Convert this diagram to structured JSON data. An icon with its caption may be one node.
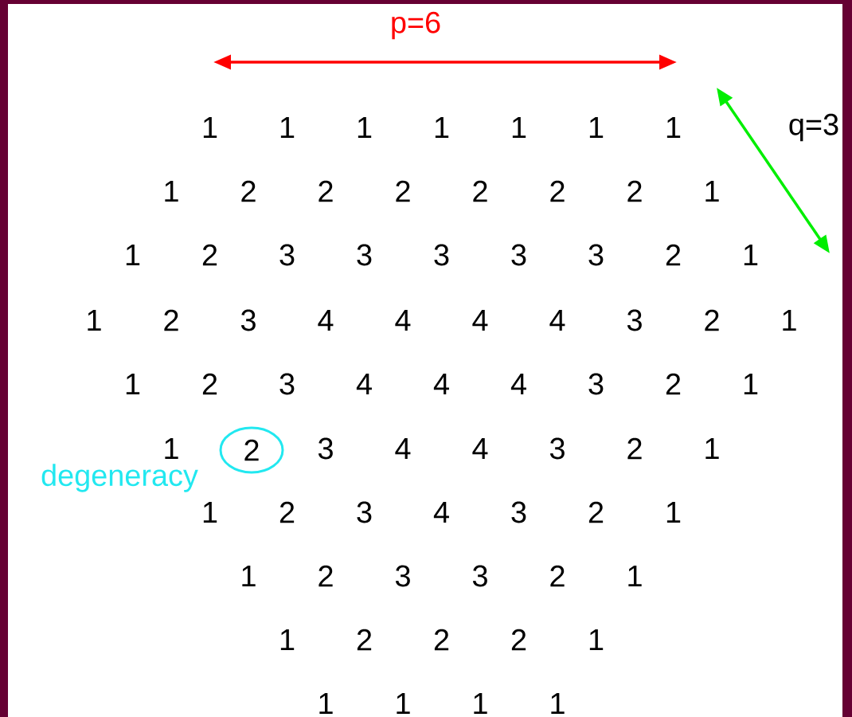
{
  "diagram": {
    "nodes": [
      {
        "text": [
          "2"
        ]
      }
    ],
    "labels": [
      "p=6",
      "1",
      "1",
      "1",
      "1",
      "1",
      "1",
      "1",
      "q=3",
      "1",
      "2",
      "2",
      "2",
      "2",
      "2",
      "2",
      "1",
      "1",
      "2",
      "3",
      "3",
      "3",
      "3",
      "3",
      "2",
      "1",
      "1",
      "2",
      "3",
      "4",
      "4",
      "4",
      "4",
      "3",
      "2",
      "1",
      "1",
      "2",
      "3",
      "4",
      "4",
      "4",
      "3",
      "2",
      "1",
      "1",
      "3",
      "4",
      "4",
      "3",
      "2",
      "1",
      "degeneracy",
      "1",
      "2",
      "3",
      "4",
      "3",
      "2",
      "1",
      "1",
      "2",
      "3",
      "3",
      "2",
      "1",
      "1",
      "2",
      "2",
      "2",
      "1",
      "1",
      "1",
      "1",
      "1"
    ]
  }
}
